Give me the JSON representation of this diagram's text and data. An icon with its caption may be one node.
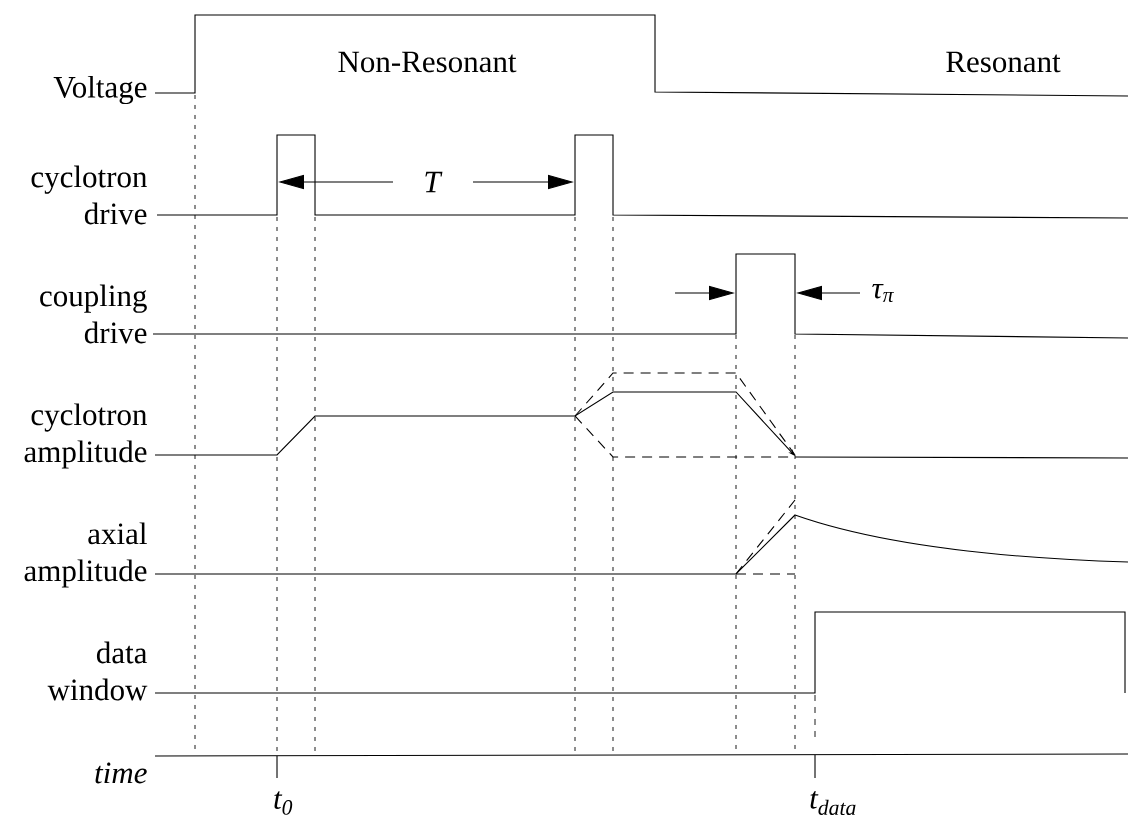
{
  "diagram": {
    "labels": [
      "Voltage",
      "Non-Resonant",
      "Resonant",
      "cyclotron drive",
      "T",
      "coupling drive",
      "τ$_{π}$",
      "cyclotron amplitude",
      "axial amplitude",
      "data window",
      "time",
      "t$_{0}$",
      "t$_{data}$"
    ]
  }
}
